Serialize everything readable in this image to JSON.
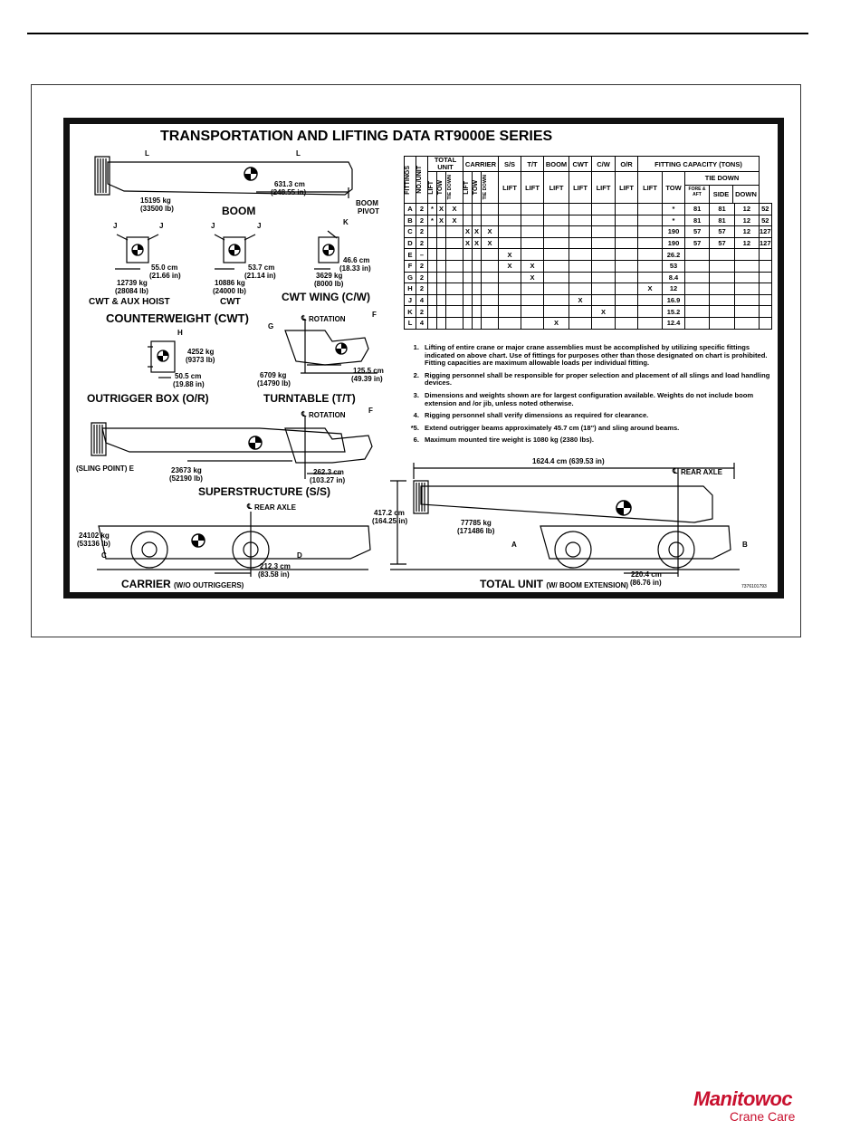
{
  "title": "TRANSPORTATION AND LIFTING DATA RT9000E SERIES",
  "boom": {
    "weight_kg": "15195 kg",
    "weight_lb": "(33500 lb)",
    "dim_cm": "631.3 cm",
    "dim_in": "(248.55 in)",
    "pivot_1": "BOOM",
    "pivot_2": "PIVOT",
    "fitting_l": "L",
    "label": "BOOM"
  },
  "cwt_aux": {
    "fitting_j": "J",
    "dim_cm": "55.0 cm",
    "dim_in": "(21.66 in)",
    "weight_kg": "12739 kg",
    "weight_lb": "(28084 lb)",
    "label": "CWT & AUX HOIST"
  },
  "cwt": {
    "dim_cm": "53.7 cm",
    "dim_in": "(21.14 in)",
    "weight_kg": "10886 kg",
    "weight_lb": "(24000 lb)",
    "label": "CWT"
  },
  "cwt_wing": {
    "fitting": "K",
    "dim_cm": "46.6 cm",
    "dim_in": "(18.33 in)",
    "weight_kg": "3629 kg",
    "weight_lb": "(8000 lb)",
    "label": "CWT WING (C/W)"
  },
  "counterweight_label": "COUNTERWEIGHT (CWT)",
  "outrigger": {
    "fitting": "H",
    "weight_kg": "4252 kg",
    "weight_lb": "(9373 lb)",
    "dim_cm": "50.5 cm",
    "dim_in": "(19.88 in)",
    "label": "OUTRIGGER BOX (O/R)"
  },
  "turntable": {
    "rotation": "ROTATION",
    "fitting_g": "G",
    "fitting_f": "F",
    "weight_kg": "6709 kg",
    "weight_lb": "(14790 lb)",
    "dim_cm": "125.5 cm",
    "dim_in": "(49.39 in)",
    "label": "TURNTABLE (T/T)"
  },
  "superstructure": {
    "rotation": "ROTATION",
    "fitting_f": "F",
    "sling": "(SLING POINT) E",
    "weight_kg": "23673 kg",
    "weight_lb": "(52190 lb)",
    "dim_cm": "262.3 cm",
    "dim_in": "(103.27 in)",
    "label": "SUPERSTRUCTURE (S/S)"
  },
  "carrier": {
    "rear_axle": "REAR AXLE",
    "weight_kg": "24102 kg",
    "weight_lb": "(53136 lb)",
    "fitting_c": "C",
    "fitting_d": "D",
    "dim_cm": "212.3 cm",
    "dim_in": "(83.58 in)",
    "label": "CARRIER",
    "sublabel": "(W/O OUTRIGGERS)"
  },
  "total": {
    "length": "1624.4 cm (639.53 in)",
    "rear_axle": "REAR AXLE",
    "height_cm": "417.2 cm",
    "height_in": "(164.25 in)",
    "weight_kg": "77785 kg",
    "weight_lb": "(171486 lb)",
    "fitting_a": "A",
    "fitting_b": "B",
    "dim_cm": "220.4 cm",
    "dim_in": "(86.76 in)",
    "label": "TOTAL UNIT",
    "sublabel": "(W/ BOOM EXTENSION)"
  },
  "part_number": "7376101793",
  "table": {
    "h_fittings": "FITTINGS",
    "h_no_unit": "NO./UNIT",
    "h_total_unit": "TOTAL UNIT",
    "h_carrier": "CARRIER",
    "h_ss": "S/S",
    "h_tt": "T/T",
    "h_boom": "BOOM",
    "h_cwt": "CWT",
    "h_cw": "C/W",
    "h_or": "O/R",
    "h_capacity": "FITTING CAPACITY (TONS)",
    "h_tie_down": "TIE DOWN",
    "h_lift": "LIFT",
    "h_tow": "TOW",
    "h_tie": "TIE DOWN",
    "h_fore": "FORE & AFT",
    "h_side": "SIDE",
    "h_down": "DOWN",
    "rows": [
      [
        "A",
        "2",
        "*",
        "X",
        "X",
        "",
        "",
        "",
        "",
        "",
        "",
        "",
        "",
        "",
        "",
        "*",
        "81",
        "81",
        "12",
        "52"
      ],
      [
        "B",
        "2",
        "*",
        "X",
        "X",
        "",
        "",
        "",
        "",
        "",
        "",
        "",
        "",
        "",
        "",
        "*",
        "81",
        "81",
        "12",
        "52"
      ],
      [
        "C",
        "2",
        "",
        "",
        "",
        "X",
        "X",
        "X",
        "",
        "",
        "",
        "",
        "",
        "",
        "",
        "190",
        "57",
        "57",
        "12",
        "127"
      ],
      [
        "D",
        "2",
        "",
        "",
        "",
        "X",
        "X",
        "X",
        "",
        "",
        "",
        "",
        "",
        "",
        "",
        "190",
        "57",
        "57",
        "12",
        "127"
      ],
      [
        "E",
        "–",
        "",
        "",
        "",
        "",
        "",
        "",
        "X",
        "",
        "",
        "",
        "",
        "",
        "",
        "26.2",
        "",
        "",
        "",
        ""
      ],
      [
        "F",
        "2",
        "",
        "",
        "",
        "",
        "",
        "",
        "X",
        "X",
        "",
        "",
        "",
        "",
        "",
        "53",
        "",
        "",
        "",
        ""
      ],
      [
        "G",
        "2",
        "",
        "",
        "",
        "",
        "",
        "",
        "",
        "X",
        "",
        "",
        "",
        "",
        "",
        "8.4",
        "",
        "",
        "",
        ""
      ],
      [
        "H",
        "2",
        "",
        "",
        "",
        "",
        "",
        "",
        "",
        "",
        "",
        "",
        "",
        "",
        "X",
        "12",
        "",
        "",
        "",
        ""
      ],
      [
        "J",
        "4",
        "",
        "",
        "",
        "",
        "",
        "",
        "",
        "",
        "",
        "X",
        "",
        "",
        "",
        "16.9",
        "",
        "",
        "",
        ""
      ],
      [
        "K",
        "2",
        "",
        "",
        "",
        "",
        "",
        "",
        "",
        "",
        "",
        "",
        "X",
        "",
        "",
        "15.2",
        "",
        "",
        "",
        ""
      ],
      [
        "L",
        "4",
        "",
        "",
        "",
        "",
        "",
        "",
        "",
        "",
        "X",
        "",
        "",
        "",
        "",
        "12.4",
        "",
        "",
        "",
        ""
      ]
    ]
  },
  "notes": [
    {
      "n": "1.",
      "text": "Lifting of entire crane or major crane assemblies must be accomplished by utilizing specific fittings indicated on above chart. Use of fittings for purposes other than those designated on chart is prohibited. Fitting capacities are maximum allowable loads per individual fitting."
    },
    {
      "n": "2.",
      "text": "Rigging personnel shall be responsible for proper selection and placement of all slings and load handling devices."
    },
    {
      "n": "3.",
      "text": "Dimensions and weights shown are for largest configuration available. Weights do not include boom extension and /or jib, unless noted otherwise."
    },
    {
      "n": "4.",
      "text": "Rigging personnel shall verify dimensions as required for clearance."
    },
    {
      "n": "*5.",
      "text": "Extend outrigger beams approximately 45.7 cm (18\") and sling around beams."
    },
    {
      "n": "6.",
      "text": "Maximum mounted tire weight is 1080 kg (2380 lbs)."
    }
  ],
  "logo": {
    "brand": "Manitowoc",
    "sub": "Crane Care",
    "color": "#c8102e"
  }
}
